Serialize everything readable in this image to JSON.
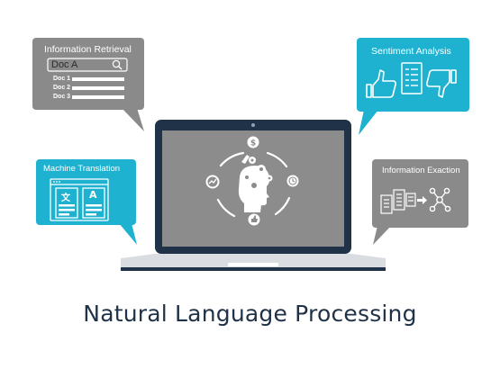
{
  "title": "Natural Language Processing",
  "callouts": {
    "information_retrieval": {
      "title": "Information Retrieval",
      "search_value": "Doc A",
      "results": [
        "Doc 1",
        "Doc 2",
        "Doc 3"
      ]
    },
    "sentiment_analysis": {
      "title": "Sentiment Analysis"
    },
    "machine_translation": {
      "title": "Machine Translation",
      "source_glyph": "文",
      "target_glyph": "A"
    },
    "information_extraction": {
      "title": "Information Exaction"
    }
  },
  "colors": {
    "gray_callout": "#8a8a8a",
    "teal_callout": "#1fb2d0",
    "laptop_frame": "#1f3247",
    "screen": "#8c8c8c",
    "title": "#1f3247"
  },
  "icons": [
    "search-icon",
    "thumbs-up-icon",
    "thumbs-down-icon",
    "document-icon",
    "network-icon",
    "head-gears-icon",
    "dollar-icon",
    "clock-icon",
    "like-icon",
    "chart-icon"
  ]
}
